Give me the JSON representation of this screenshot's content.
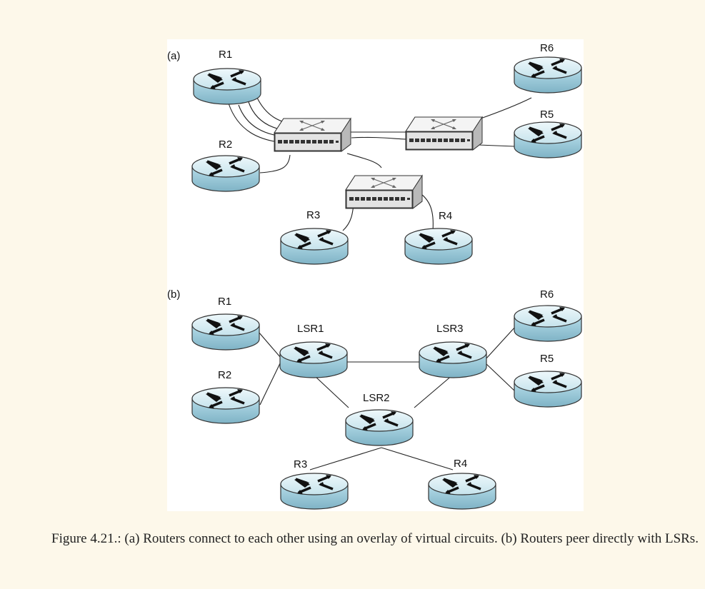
{
  "figure": {
    "panel_a": {
      "label": "(a)",
      "routers": [
        {
          "id": "r1",
          "label": "R1"
        },
        {
          "id": "r2",
          "label": "R2"
        },
        {
          "id": "r3",
          "label": "R3"
        },
        {
          "id": "r4",
          "label": "R4"
        },
        {
          "id": "r5",
          "label": "R5"
        },
        {
          "id": "r6",
          "label": "R6"
        }
      ],
      "switches": [
        "switch-1",
        "switch-2",
        "switch-3"
      ]
    },
    "panel_b": {
      "label": "(b)",
      "routers": [
        {
          "id": "r1",
          "label": "R1"
        },
        {
          "id": "r2",
          "label": "R2"
        },
        {
          "id": "r3",
          "label": "R3"
        },
        {
          "id": "r4",
          "label": "R4"
        },
        {
          "id": "r5",
          "label": "R5"
        },
        {
          "id": "r6",
          "label": "R6"
        }
      ],
      "lsrs": [
        {
          "id": "lsr1",
          "label": "LSR1"
        },
        {
          "id": "lsr2",
          "label": "LSR2"
        },
        {
          "id": "lsr3",
          "label": "LSR3"
        }
      ]
    }
  },
  "caption": "Figure 4.21.: (a) Routers connect to each other using an overlay of virtual circuits. (b) Routers peer directly with LSRs."
}
